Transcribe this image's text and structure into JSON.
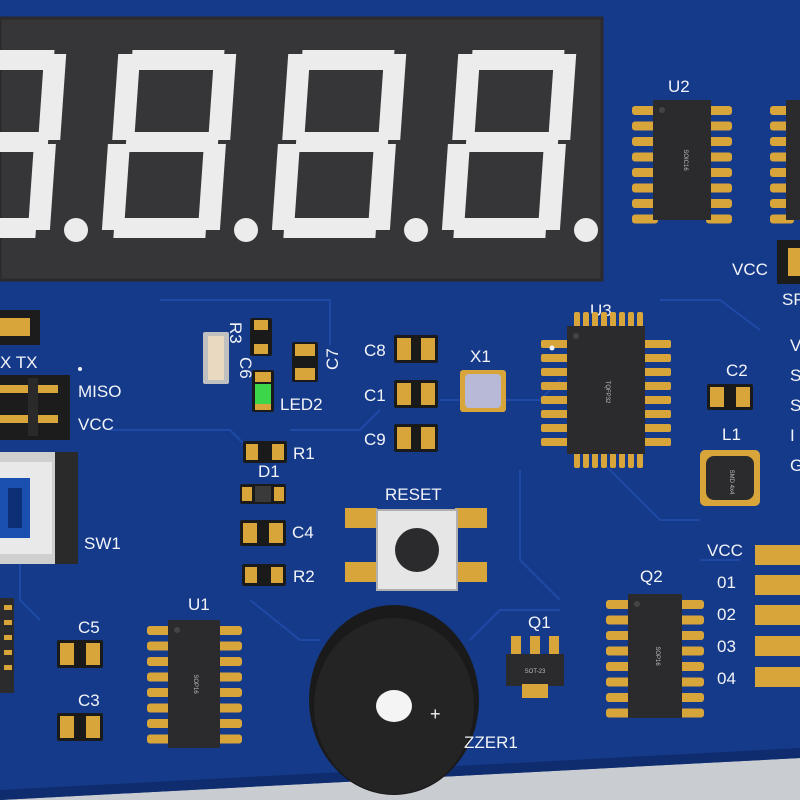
{
  "colors": {
    "board": "#163a8a",
    "board_edge": "#0f2c6e",
    "background": "#c9ccd0",
    "silkscreen": "#f2f4f8",
    "gold": "#d8a53a",
    "ic_body": "#2b2b2d",
    "display_body": "#363638",
    "segment_on": "#ececec",
    "led_green": "#3cd64a"
  },
  "display": {
    "segment_pattern": "8.",
    "digit_count": 4
  },
  "labels": {
    "u2": "U2",
    "sp": "SP",
    "vcc_top": "VCC",
    "rx_tx": "X  TX",
    "miso": "MISO",
    "vcc_left": "VCC",
    "sw1": "SW1",
    "r3": "R3",
    "c6": "C6",
    "c7": "C7",
    "led2": "LED2",
    "r1": "R1",
    "d1": "D1",
    "c4": "C4",
    "r2": "R2",
    "c8": "C8",
    "c1": "C1",
    "c9": "C9",
    "x1": "X1",
    "u3": "U3",
    "c2": "C2",
    "l1": "L1",
    "reset": "RESET",
    "q1": "Q1",
    "q2": "Q2",
    "u1": "U1",
    "c5": "C5",
    "c3": "C3",
    "buzzer": "ZZER1",
    "right_v": "V",
    "right_s1": "S",
    "right_s2": "S",
    "right_i": "I",
    "right_g": "G",
    "header_vcc": "VCC",
    "header_01": "01",
    "header_02": "02",
    "header_03": "03",
    "header_04": "04"
  },
  "chip_markings": {
    "u2": "SOIC16",
    "u3": "TQFP32",
    "l1": "SMD 4x4",
    "q2": "SOP16",
    "u1": "SOP16",
    "q1": "SOT-23"
  }
}
